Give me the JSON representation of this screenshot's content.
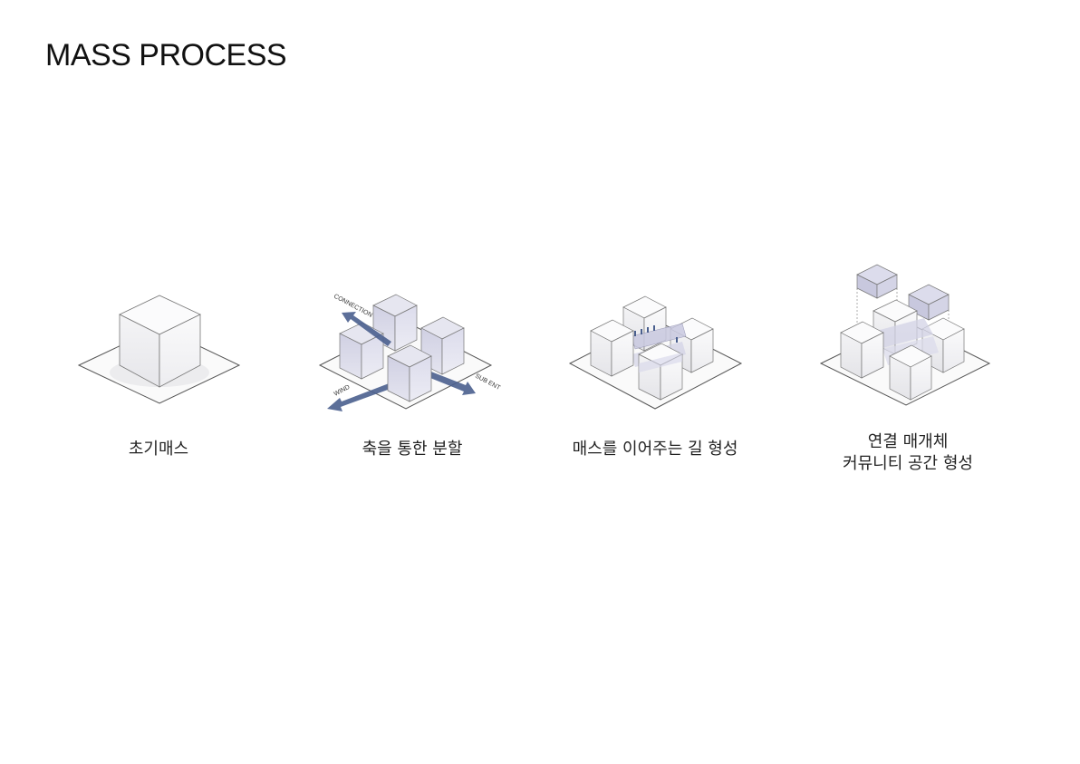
{
  "title": "MASS PROCESS",
  "steps": [
    {
      "caption": [
        "초기매스"
      ]
    },
    {
      "caption": [
        "축을 통한 분할"
      ],
      "arrow_labels": {
        "connection": "CONNECTION",
        "wind": "WIND",
        "sub_ent": "SUB ENT"
      }
    },
    {
      "caption": [
        "매스를 이어주는 길 형성"
      ]
    },
    {
      "caption": [
        "연결 매개체",
        "커뮤니티 공간 형성"
      ]
    }
  ],
  "colors": {
    "block_top": "#f7f7f9",
    "block_left": "#ececef",
    "block_right": "#f1f1f4",
    "purple_block": "#d3d3e6",
    "arrow": "#4a5f8e",
    "site_line": "#555555"
  }
}
